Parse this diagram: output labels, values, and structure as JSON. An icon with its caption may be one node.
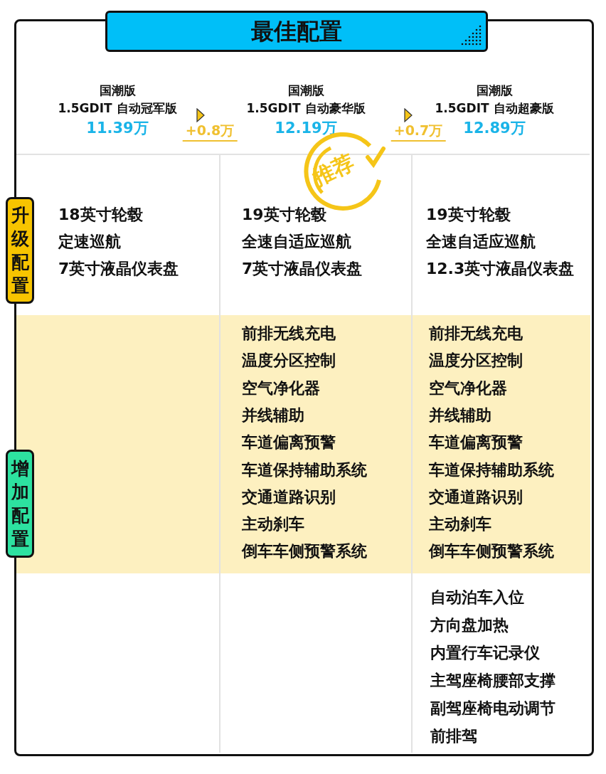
{
  "diagram": {
    "title": "最佳配置",
    "nodes": [
      {
        "text": [
          "升级配置"
        ]
      },
      {
        "text": [
          "增加配置"
        ]
      },
      {
        "text": [
          "推荐"
        ]
      }
    ],
    "labels": [
      "国潮版",
      "国潮版",
      "国潮版",
      "1.5GDIT 自动冠军版",
      "1.5GDIT 自动豪华版",
      "1.5GDIT 自动超豪版",
      "11.39万",
      "+0.8万",
      "12.19万",
      "+0.7万",
      "12.89万",
      "18英寸轮毂",
      "19英寸轮毂",
      "19英寸轮毂",
      "定速巡航",
      "全速自适应巡航",
      "全速自适应巡航",
      "7英寸液晶仪表盘",
      "7英寸液晶仪表盘",
      "12.3英寸液晶仪表盘",
      "前排无线充电",
      "前排无线充电",
      "温度分区控制",
      "温度分区控制",
      "空气净化器",
      "空气净化器",
      "并线辅助",
      "并线辅助",
      "车道偏离预警",
      "车道偏离预警",
      "车道保持辅助系统",
      "车道保持辅助系统",
      "交通道路识别",
      "交通道路识别",
      "主动刹车",
      "主动刹车",
      "倒车车侧预警系统",
      "倒车车侧预警系统",
      "自动泊车入位",
      "方向盘加热",
      "内置行车记录仪",
      "主驾座椅腰部支撑",
      "副驾座椅电动调节",
      "前排驾"
    ]
  }
}
